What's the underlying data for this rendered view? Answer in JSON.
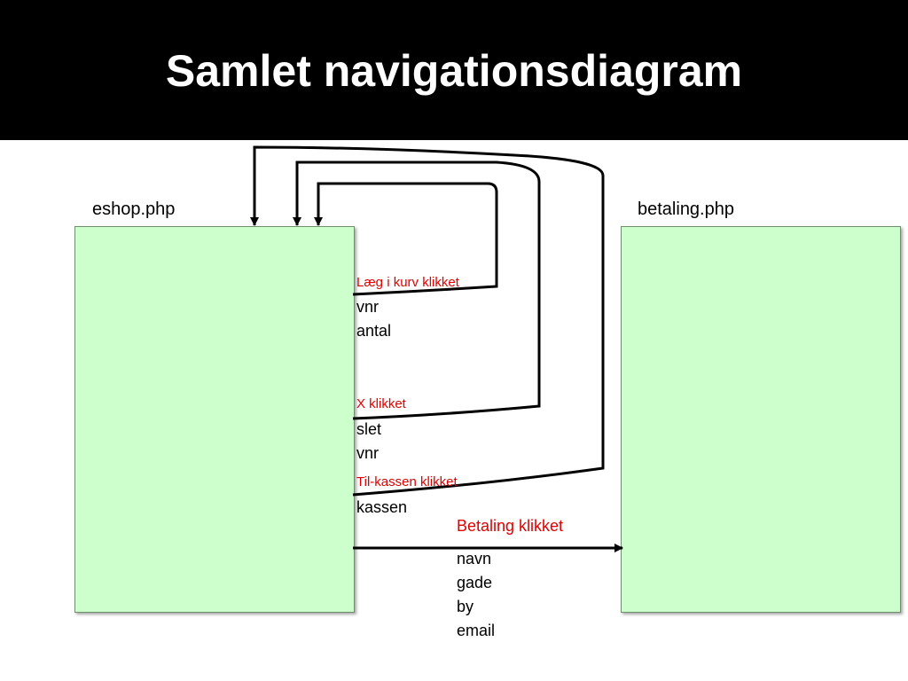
{
  "title": "Samlet navigationsdiagram",
  "pages": {
    "eshop": "eshop.php",
    "betaling": "betaling.php"
  },
  "transitions": [
    {
      "event": "Læg i kurv klikket",
      "params": [
        "vnr",
        "antal"
      ],
      "from": "eshop.php",
      "to": "eshop.php"
    },
    {
      "event": "X klikket",
      "params": [
        "slet",
        "vnr"
      ],
      "from": "eshop.php",
      "to": "eshop.php"
    },
    {
      "event": "Til-kassen klikket",
      "params": [
        "kassen"
      ],
      "from": "eshop.php",
      "to": "eshop.php"
    },
    {
      "event": "Betaling klikket",
      "params": [
        "navn",
        "gade",
        "by",
        "email"
      ],
      "from": "eshop.php",
      "to": "betaling.php"
    }
  ],
  "colors": {
    "title_bar": "#000000",
    "title_text": "#ffffff",
    "page_box_fill": "#ccffcc",
    "event_text": "#e00000",
    "param_text": "#000000",
    "arrow": "#000000"
  }
}
